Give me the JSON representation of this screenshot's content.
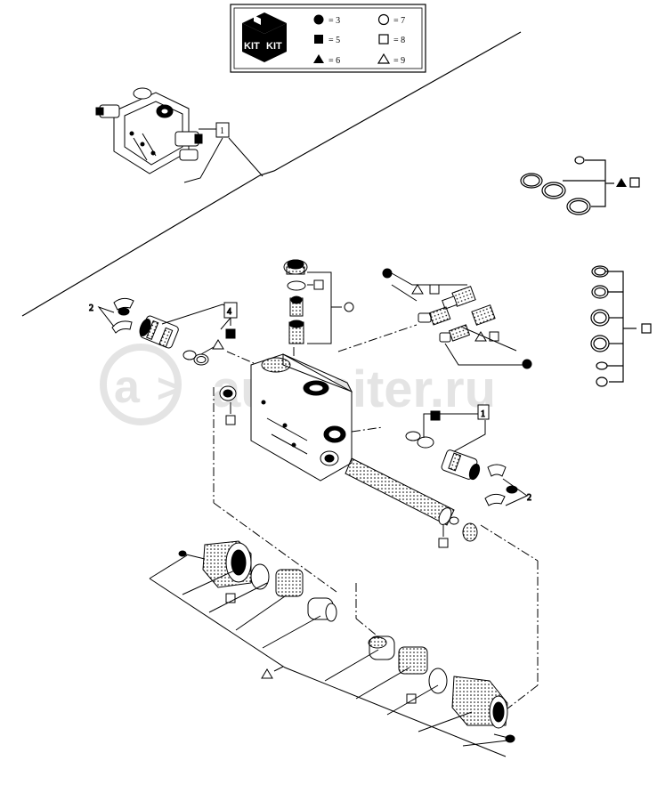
{
  "legend": {
    "kit_text": "KIT",
    "items": [
      {
        "symbol": "filled-circle",
        "value": "= 3"
      },
      {
        "symbol": "hollow-circle",
        "value": "= 7"
      },
      {
        "symbol": "filled-square",
        "value": "= 5"
      },
      {
        "symbol": "hollow-square",
        "value": "= 8"
      },
      {
        "symbol": "filled-triangle",
        "value": "= 6"
      },
      {
        "symbol": "hollow-triangle",
        "value": "= 9"
      }
    ]
  },
  "callouts": {
    "ref_1": "1",
    "ref_4": "4",
    "ref_2_left": "2",
    "ref_2_right": "2"
  },
  "watermark": "autopiter.ru"
}
